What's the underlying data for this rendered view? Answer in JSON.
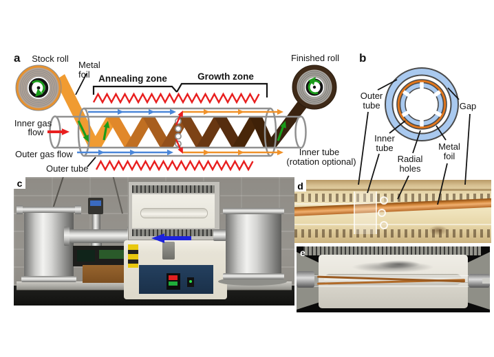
{
  "panel_letters": {
    "a": "a",
    "b": "b",
    "c": "c",
    "d": "d",
    "e": "e"
  },
  "a": {
    "stock_roll": "Stock roll",
    "metal": "Metal",
    "foil": "foil",
    "annealing_zone": "Annealing zone",
    "growth_zone": "Growth zone",
    "finished_roll": "Finished roll",
    "inner_gas": "Inner gas",
    "inner_gas_flow": "flow",
    "outer_gas_flow": "Outer gas flow",
    "outer_tube": "Outer tube",
    "inner_tube": "Inner tube",
    "inner_tube_note": "(rotation optional)"
  },
  "b": {
    "outer": "Outer",
    "outer2": "tube",
    "gap": "Gap",
    "inner": "Inner",
    "inner2": "tube",
    "radial": "Radial",
    "radial2": "holes",
    "metal": "Metal",
    "metal2": "foil"
  },
  "colors": {
    "foil_orange": "#f09b31",
    "foil_brown_mid": "#934f1a",
    "foil_brown_dark": "#3f2108",
    "heater_red": "#e81f1f",
    "gas_blue": "#4a86d8",
    "gas_orange": "#f0922a",
    "rotation_green": "#1a9c1a",
    "tube_gray": "#909090",
    "cross_section_blue": "#a9c9ef",
    "cross_section_orange": "#e2761b",
    "photo_arrow_blue": "#1c22dd"
  }
}
